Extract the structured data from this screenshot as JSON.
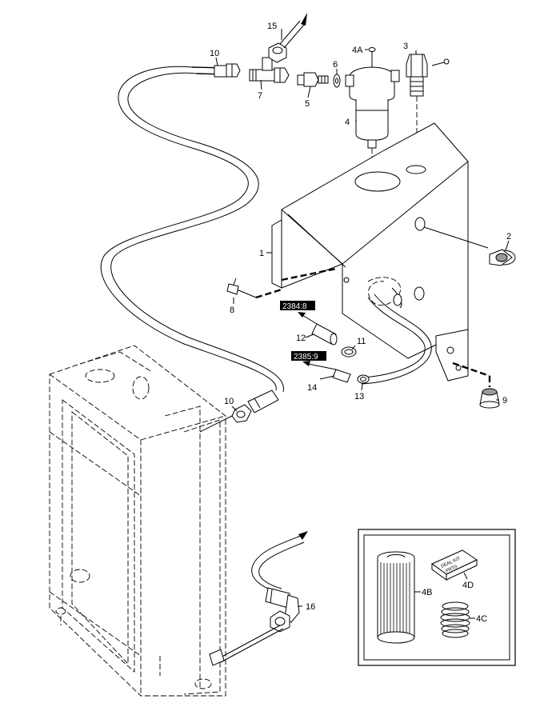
{
  "callouts": {
    "c1": "1",
    "c2": "2",
    "c3": "3",
    "c4": "4",
    "c4a": "4A",
    "c5": "5",
    "c6": "6",
    "c7": "7",
    "c8": "8",
    "c9": "9",
    "c10a": "10",
    "c10b": "10",
    "c11": "11",
    "c12": "12",
    "c13": "13",
    "c14": "14",
    "c15": "15",
    "c16": "16",
    "c4b": "4B",
    "c4c": "4C",
    "c4d": "4D"
  },
  "references": {
    "ref1": "2384:8",
    "ref2": "2385:9"
  },
  "seal_kit_text": {
    "line1": "SEAL KIT",
    "line2": "PRT0"
  }
}
